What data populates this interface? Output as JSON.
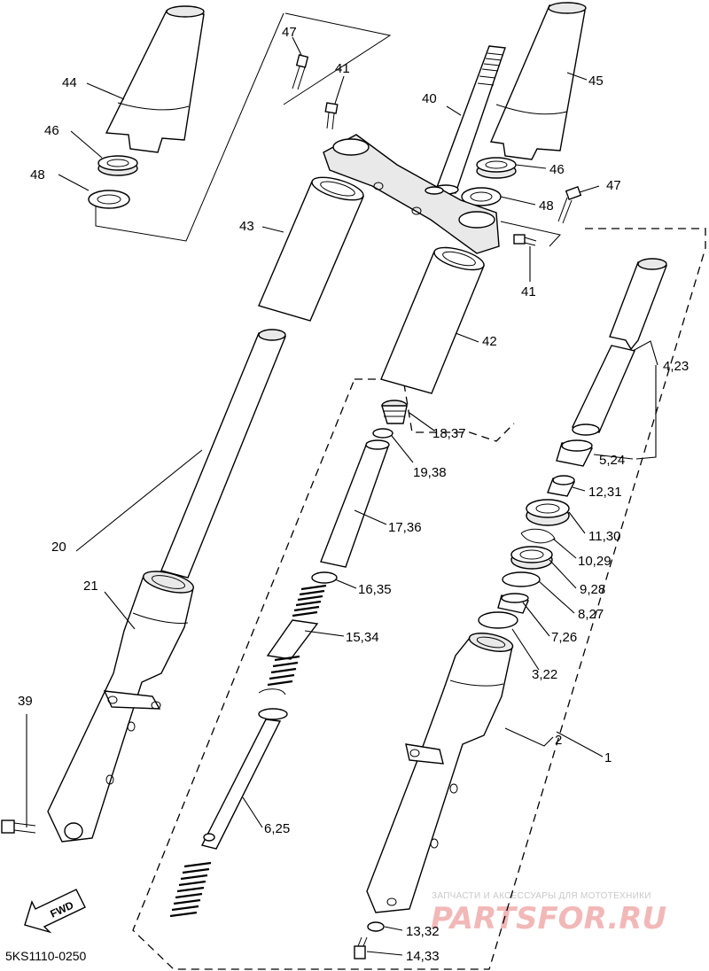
{
  "diagram_code": "5KS1110-0250",
  "fwd_label": "FWD",
  "watermark": {
    "caption": "ЗАПЧАСТИ И АКСЕССУАРЫ ДЛЯ МОТОТЕХНИКИ",
    "brand": "PARTSFOR.RU"
  },
  "callouts": {
    "c47a": "47",
    "c41a": "41",
    "c44": "44",
    "c46a": "46",
    "c48a": "48",
    "c40": "40",
    "c45": "45",
    "c46b": "46",
    "c47b": "47",
    "c48b": "48",
    "c43": "43",
    "c41b": "41",
    "c42": "42",
    "c4_23": "4,23",
    "c18_37": "18,37",
    "c19_38": "19,38",
    "c5_24": "5,24",
    "c12_31": "12,31",
    "c17_36": "17,36",
    "c11_30": "11,30",
    "c10_29": "10,29",
    "c20": "20",
    "c16_35": "16,35",
    "c9_28": "9,28",
    "c21": "21",
    "c8_27": "8,27",
    "c15_34": "15,34",
    "c7_26": "7,26",
    "c3_22": "3,22",
    "c39": "39",
    "c2": "2",
    "c1": "1",
    "c6_25": "6,25",
    "c13_32": "13,32",
    "c14_33": "14,33"
  }
}
